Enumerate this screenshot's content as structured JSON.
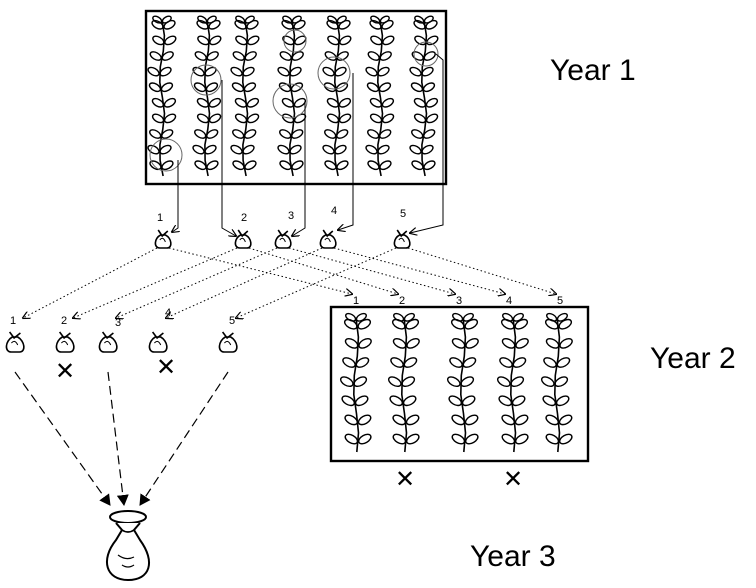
{
  "diagram": {
    "year_labels": {
      "year1": "Year 1",
      "year2": "Year 2",
      "year3": "Year 3"
    },
    "year1_bag_numbers": [
      "1",
      "2",
      "3",
      "4",
      "5"
    ],
    "year2_row_numbers": [
      "1",
      "2",
      "3",
      "4",
      "5"
    ],
    "year2_bag_numbers": [
      "1",
      "2",
      "3",
      "4",
      "5"
    ],
    "rejected_rows": [
      "2",
      "4"
    ],
    "reject_mark": "✕"
  }
}
